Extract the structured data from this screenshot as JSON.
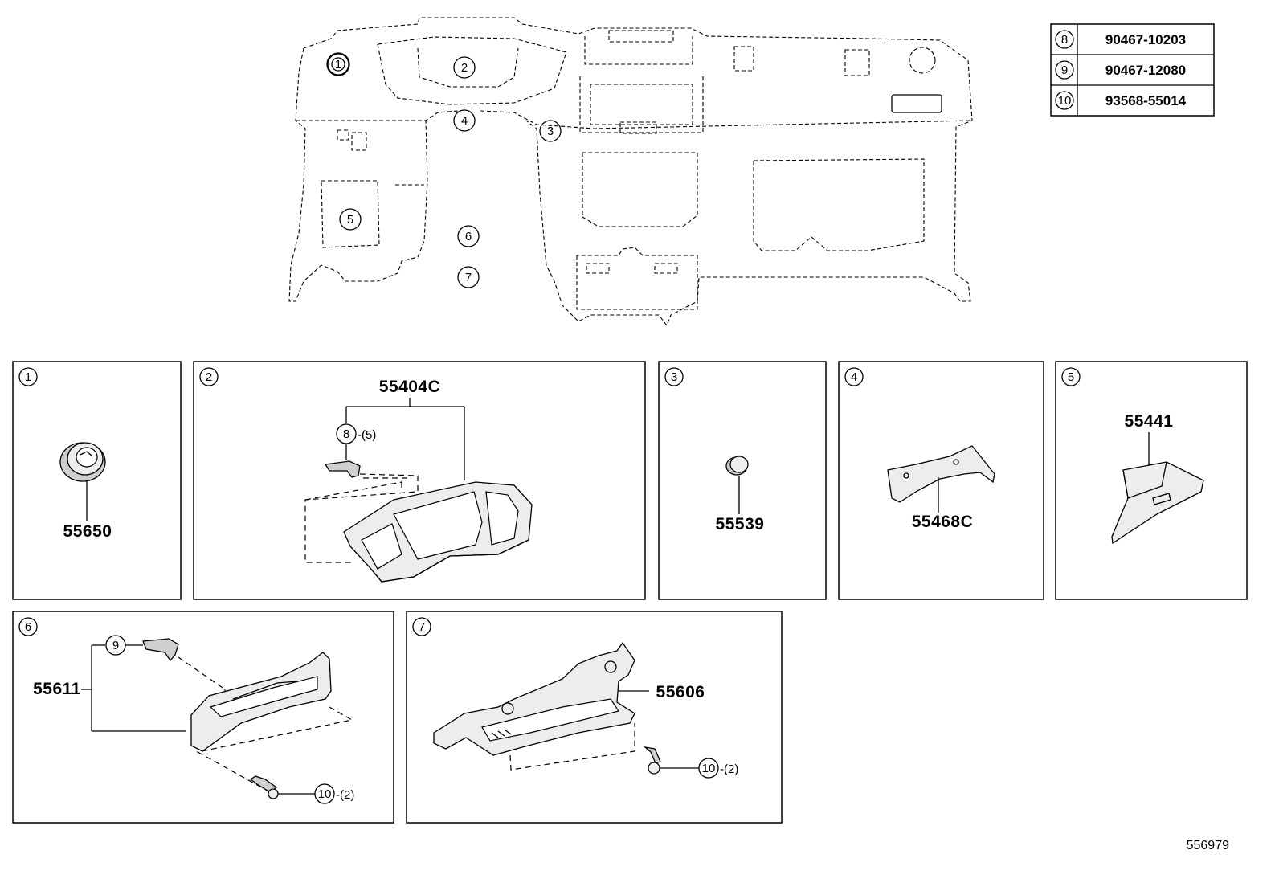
{
  "overview": {
    "callouts": [
      "1",
      "2",
      "3",
      "4",
      "5",
      "6",
      "7"
    ]
  },
  "legend": {
    "rows": [
      {
        "num": "8",
        "part": "90467-10203"
      },
      {
        "num": "9",
        "part": "90467-12080"
      },
      {
        "num": "10",
        "part": "93568-55014"
      }
    ]
  },
  "panels": [
    {
      "num": "1",
      "part": "55650"
    },
    {
      "num": "2",
      "part": "55404C",
      "sub_num": "8",
      "sub_qty": "-(5)"
    },
    {
      "num": "3",
      "part": "55539"
    },
    {
      "num": "4",
      "part": "55468C"
    },
    {
      "num": "5",
      "part": "55441"
    },
    {
      "num": "6",
      "part": "55611",
      "sub_num": "9",
      "screw_num": "10",
      "screw_qty": "-(2)"
    },
    {
      "num": "7",
      "part": "55606",
      "screw_num": "10",
      "screw_qty": "-(2)"
    }
  ],
  "drawing_id": "556979"
}
